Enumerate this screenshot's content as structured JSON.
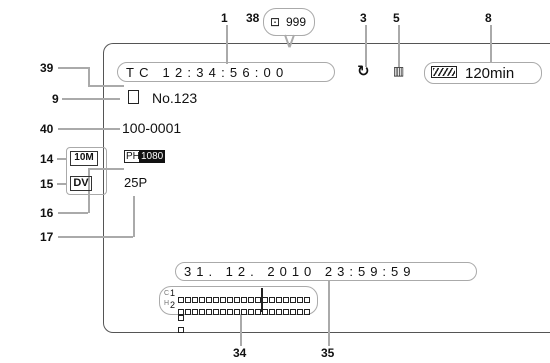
{
  "callouts": {
    "n1": "1",
    "n38": "38",
    "n3": "3",
    "n5": "5",
    "n8": "8",
    "n39": "39",
    "n9": "9",
    "n40": "40",
    "n14": "14",
    "n15": "15",
    "n16": "16",
    "n17": "17",
    "n34": "34",
    "n35": "35"
  },
  "timecode": "TC 12:34:56:00",
  "photo_count": "999",
  "battery_time": "120min",
  "file_number": "No.123",
  "folder_number": "100-0001",
  "photo_size": "10M",
  "photo_size_unit": "M",
  "recording_mode": "DV",
  "hd_label": "PH",
  "resolution": "1080",
  "frame_rate": "25P",
  "datetime": "31. 12. 2010  23:59:59",
  "audio_ch1": "1",
  "audio_ch2": "2",
  "colors": {
    "pill_border": "#aaaaaa",
    "leader": "#aaaaaa",
    "text": "#111111"
  }
}
